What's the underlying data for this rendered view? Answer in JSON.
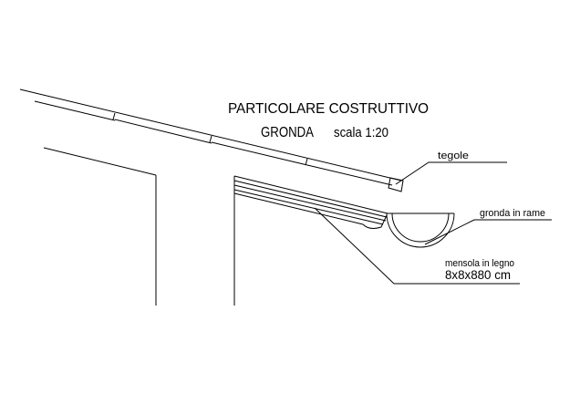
{
  "title": {
    "line1": "PARTICOLARE COSTRUTTIVO",
    "line2": "GRONDA",
    "scale": "scala 1:20"
  },
  "labels": {
    "tiles": "tegole",
    "gutter": "gronda in rame",
    "bracket_line1": "mensola in legno",
    "bracket_line2": "8x8x880 cm"
  },
  "colors": {
    "ink": "#000000",
    "background": "#ffffff"
  }
}
